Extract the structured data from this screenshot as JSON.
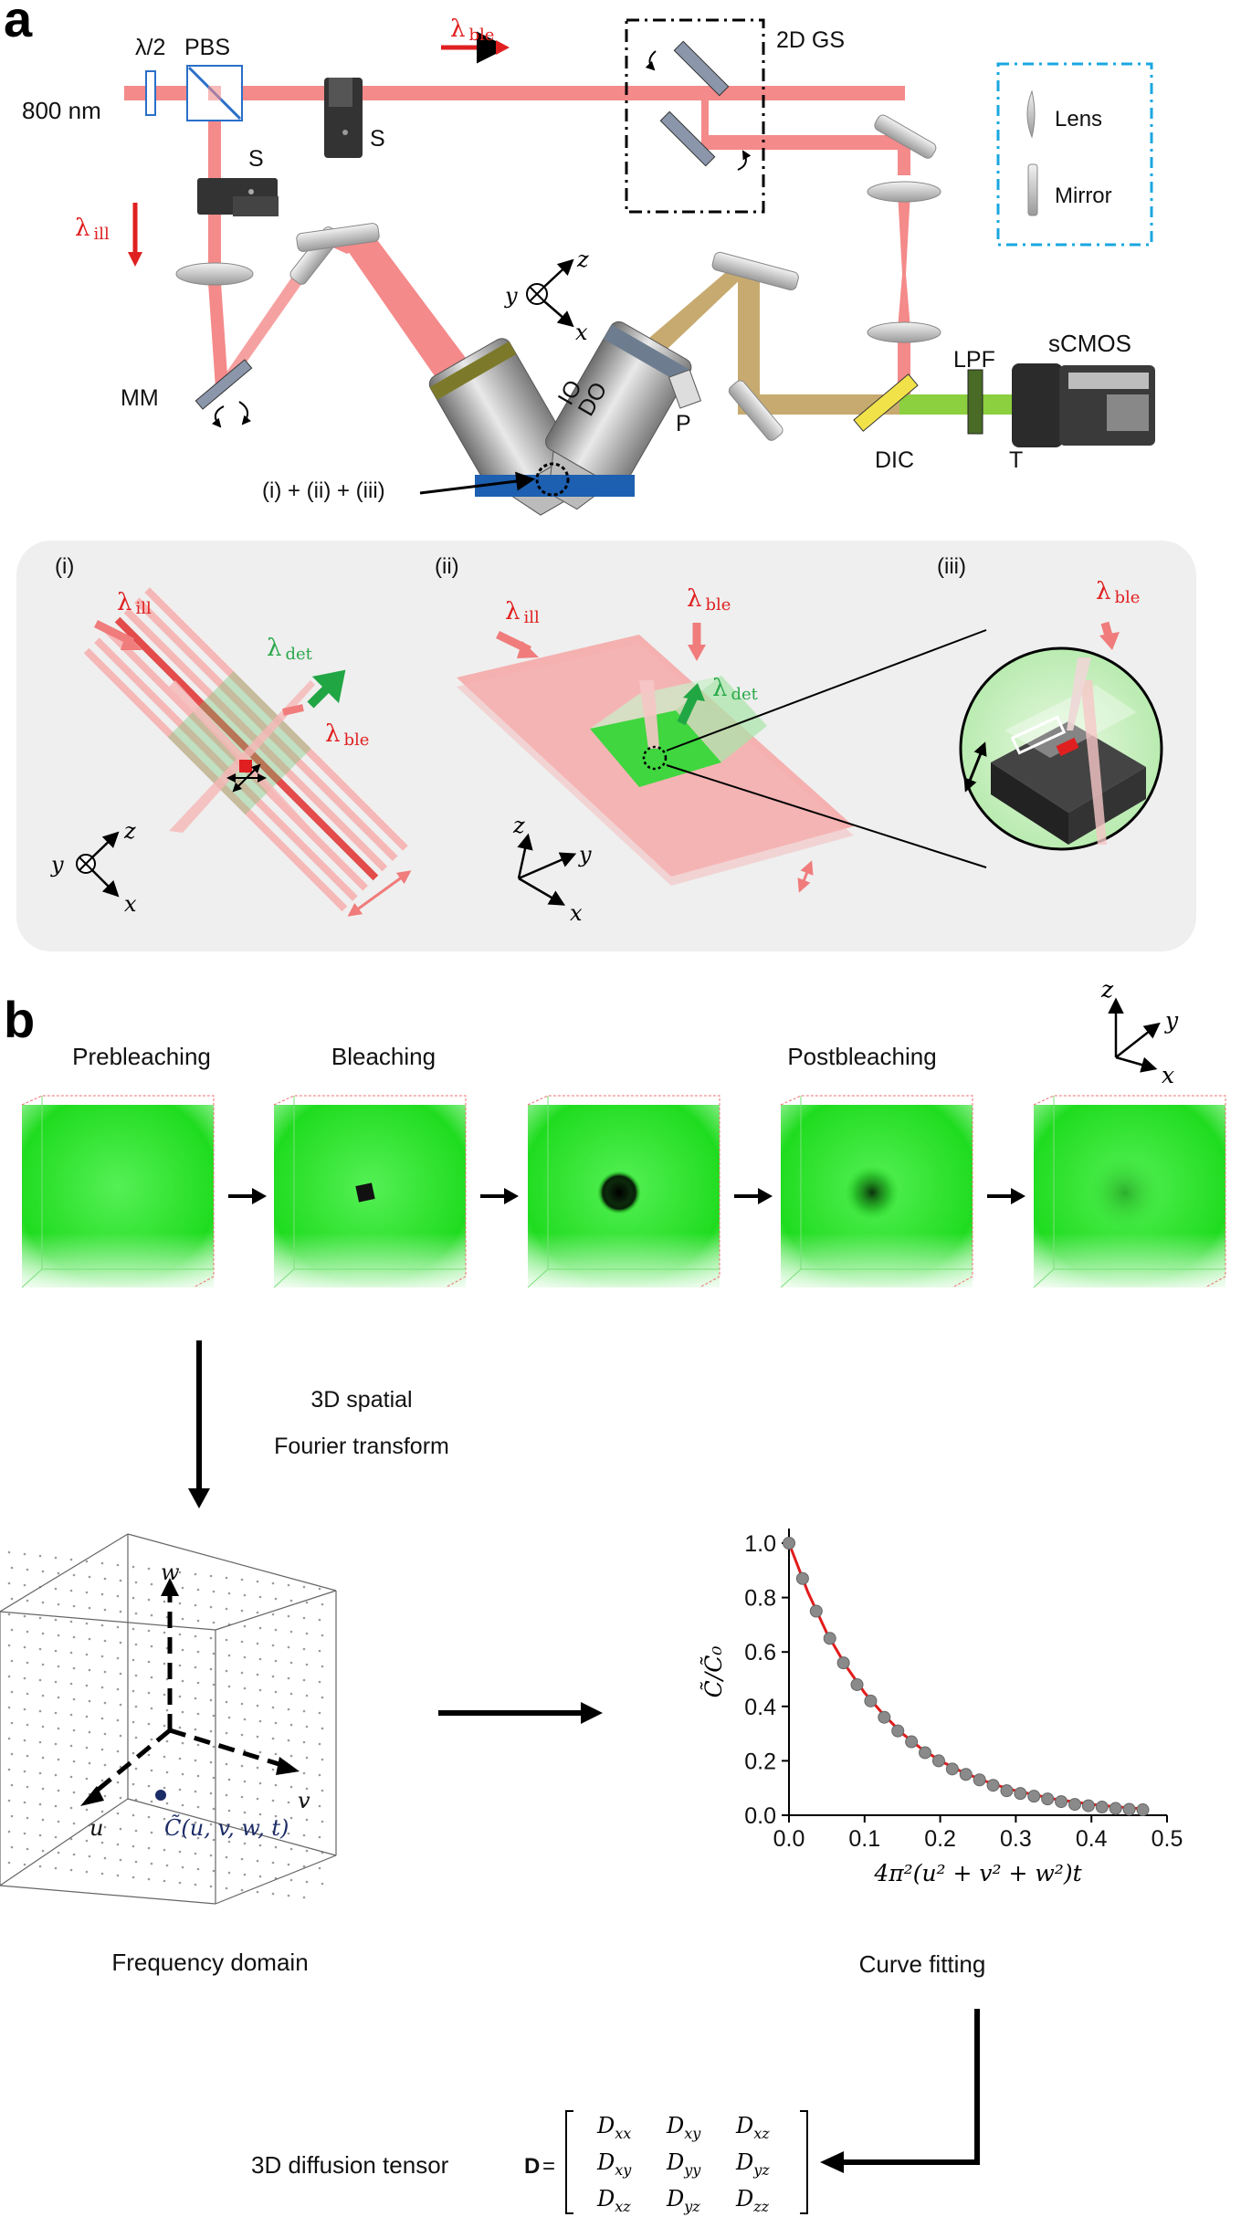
{
  "panel_a": {
    "letter": "a",
    "labels": {
      "laser": "800 nm",
      "half_wave": "λ/2",
      "pbs": "PBS",
      "shutter1": "S",
      "shutter2": "S",
      "lambda_ble_sym": "λ",
      "lambda_ble_sub": "ble",
      "lambda_ill_sym": "λ",
      "lambda_ill_sub": "ill",
      "galvo": "2D GS",
      "mm": "MM",
      "io": "IO",
      "do": "DO",
      "p": "P",
      "dic": "DIC",
      "lpf": "LPF",
      "camera": "sCMOS",
      "t": "T",
      "sample_label": "(i) + (ii) + (iii)",
      "axis_y": "y",
      "axis_z": "z",
      "axis_x": "x"
    },
    "legend": {
      "lens": "Lens",
      "mirror": "Mirror"
    },
    "insets": {
      "i": {
        "tag": "(i)",
        "ill_sym": "λ",
        "ill_sub": "ill",
        "det_sym": "λ",
        "det_sub": "det",
        "ble_sym": "λ",
        "ble_sub": "ble",
        "axis_y": "y",
        "axis_z": "z",
        "axis_x": "x"
      },
      "ii": {
        "tag": "(ii)",
        "ill_sym": "λ",
        "ill_sub": "ill",
        "ble_sym": "λ",
        "ble_sub": "ble",
        "det_sym": "λ",
        "det_sub": "det",
        "axis_z": "z",
        "axis_y": "y",
        "axis_x": "x"
      },
      "iii": {
        "tag": "(iii)",
        "ble_sym": "λ",
        "ble_sub": "ble"
      }
    },
    "colors": {
      "illumination_beam": "#f48a8a",
      "detection_beam_tan": "#c7aa6f",
      "detection_green": "#8ccf3f",
      "lambda_red": "#e02020",
      "lambda_green": "#2aa84a",
      "legend_border": "#19a7e0",
      "dic_yellow": "#f2e24a",
      "sample_blue": "#1d5fb0"
    }
  },
  "panel_b": {
    "letter": "b",
    "stage_labels": {
      "prebleaching": "Prebleaching",
      "bleaching": "Bleaching",
      "postbleaching": "Postbleaching"
    },
    "axis_z": "z",
    "axis_y": "y",
    "axis_x": "x",
    "fourier_line1": "3D spatial",
    "fourier_line2": "Fourier transform",
    "freq_axes": {
      "w": "w",
      "v": "v",
      "u": "u"
    },
    "freq_point_label": "C̃(u, v, w, t)",
    "frequency_domain": "Frequency domain",
    "curve_fitting": "Curve fitting",
    "tensor_label": "3D diffusion tensor",
    "tensor_symbol": "D",
    "tensor_eq": "=",
    "tensor": [
      [
        "D_xx",
        "D_xy",
        "D_xz"
      ],
      [
        "D_xy",
        "D_yy",
        "D_yz"
      ],
      [
        "D_xz",
        "D_yz",
        "D_zz"
      ]
    ],
    "colors": {
      "cube_green": "#22e022",
      "fit_line": "#e21b1b",
      "marker": "#8a8a8a",
      "point_dot": "#1c2c66"
    }
  },
  "chart_data": {
    "type": "scatter",
    "title": "",
    "xlabel": "4π²(u² + v² + w²)t",
    "ylabel": "C̃/C̃₀",
    "xlim": [
      0,
      0.5
    ],
    "ylim": [
      0,
      1.0
    ],
    "xticks": [
      "0.0",
      "0.1",
      "0.2",
      "0.3",
      "0.4",
      "0.5"
    ],
    "yticks": [
      "0.0",
      "0.2",
      "0.4",
      "0.6",
      "0.8",
      "1.0"
    ],
    "series": [
      {
        "type": "scatter",
        "x": [
          0.0,
          0.018,
          0.036,
          0.054,
          0.072,
          0.09,
          0.108,
          0.126,
          0.144,
          0.162,
          0.18,
          0.198,
          0.216,
          0.234,
          0.252,
          0.27,
          0.288,
          0.306,
          0.324,
          0.342,
          0.36,
          0.378,
          0.396,
          0.414,
          0.432,
          0.45,
          0.468
        ],
        "y": [
          1.0,
          0.87,
          0.75,
          0.65,
          0.56,
          0.48,
          0.42,
          0.36,
          0.31,
          0.27,
          0.23,
          0.2,
          0.17,
          0.15,
          0.13,
          0.11,
          0.09,
          0.08,
          0.07,
          0.06,
          0.05,
          0.04,
          0.035,
          0.03,
          0.025,
          0.022,
          0.02
        ]
      },
      {
        "type": "line",
        "x": [
          0.0,
          0.025,
          0.05,
          0.075,
          0.1,
          0.125,
          0.15,
          0.175,
          0.2,
          0.225,
          0.25,
          0.275,
          0.3,
          0.325,
          0.35,
          0.375,
          0.4,
          0.425,
          0.45,
          0.468
        ],
        "y": [
          1.0,
          0.82,
          0.67,
          0.55,
          0.45,
          0.37,
          0.3,
          0.245,
          0.2,
          0.165,
          0.135,
          0.11,
          0.09,
          0.075,
          0.06,
          0.05,
          0.04,
          0.033,
          0.027,
          0.024
        ]
      }
    ]
  }
}
